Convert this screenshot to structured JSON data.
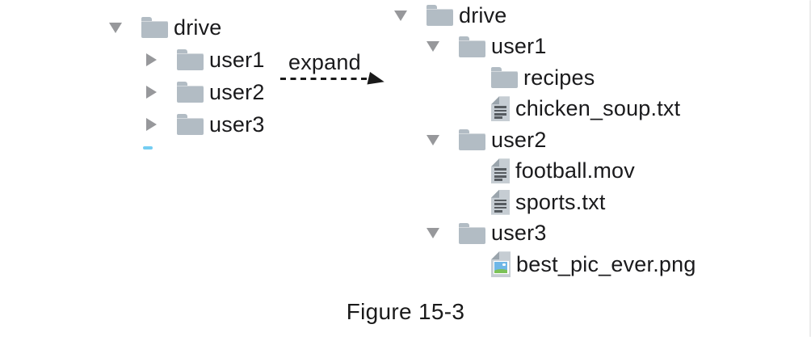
{
  "caption": "Figure 15-3",
  "arrow": {
    "label": "expand"
  },
  "colors": {
    "folder": "#b2bcc4",
    "triangle": "#97989b",
    "docpage": "#c6cdd3",
    "docfold": "#9aa4ac",
    "docline": "#565b60",
    "sky": "#6fb7e7",
    "grass": "#7cc258",
    "stray": "#74cdf2",
    "text": "#1a1a1c"
  },
  "trees": {
    "before": {
      "name": "file-tree-before-expand",
      "indent": 44,
      "nodes": [
        {
          "label": "drive",
          "icon": "folder-icon",
          "disclosure": "expanded-triangle-icon",
          "depth": 0
        },
        {
          "label": "user1",
          "icon": "folder-icon",
          "disclosure": "collapsed-triangle-icon",
          "depth": 1
        },
        {
          "label": "user2",
          "icon": "folder-icon",
          "disclosure": "collapsed-triangle-icon",
          "depth": 1
        },
        {
          "label": "user3",
          "icon": "folder-icon",
          "disclosure": "collapsed-triangle-icon",
          "depth": 1
        }
      ]
    },
    "after": {
      "name": "file-tree-after-expand",
      "indent": 40,
      "nodes": [
        {
          "label": "drive",
          "icon": "folder-icon",
          "disclosure": "expanded-triangle-icon",
          "depth": 0
        },
        {
          "label": "user1",
          "icon": "folder-icon",
          "disclosure": "expanded-triangle-icon",
          "depth": 1
        },
        {
          "label": "recipes",
          "icon": "folder-icon",
          "disclosure": null,
          "depth": 2
        },
        {
          "label": "chicken_soup.txt",
          "icon": "text-file-icon",
          "disclosure": null,
          "depth": 2
        },
        {
          "label": "user2",
          "icon": "folder-icon",
          "disclosure": "expanded-triangle-icon",
          "depth": 1
        },
        {
          "label": "football.mov",
          "icon": "text-file-icon",
          "disclosure": null,
          "depth": 2
        },
        {
          "label": "sports.txt",
          "icon": "text-file-icon",
          "disclosure": null,
          "depth": 2
        },
        {
          "label": "user3",
          "icon": "folder-icon",
          "disclosure": "expanded-triangle-icon",
          "depth": 1
        },
        {
          "label": "best_pic_ever.png",
          "icon": "image-file-icon",
          "disclosure": null,
          "depth": 2
        }
      ]
    }
  }
}
